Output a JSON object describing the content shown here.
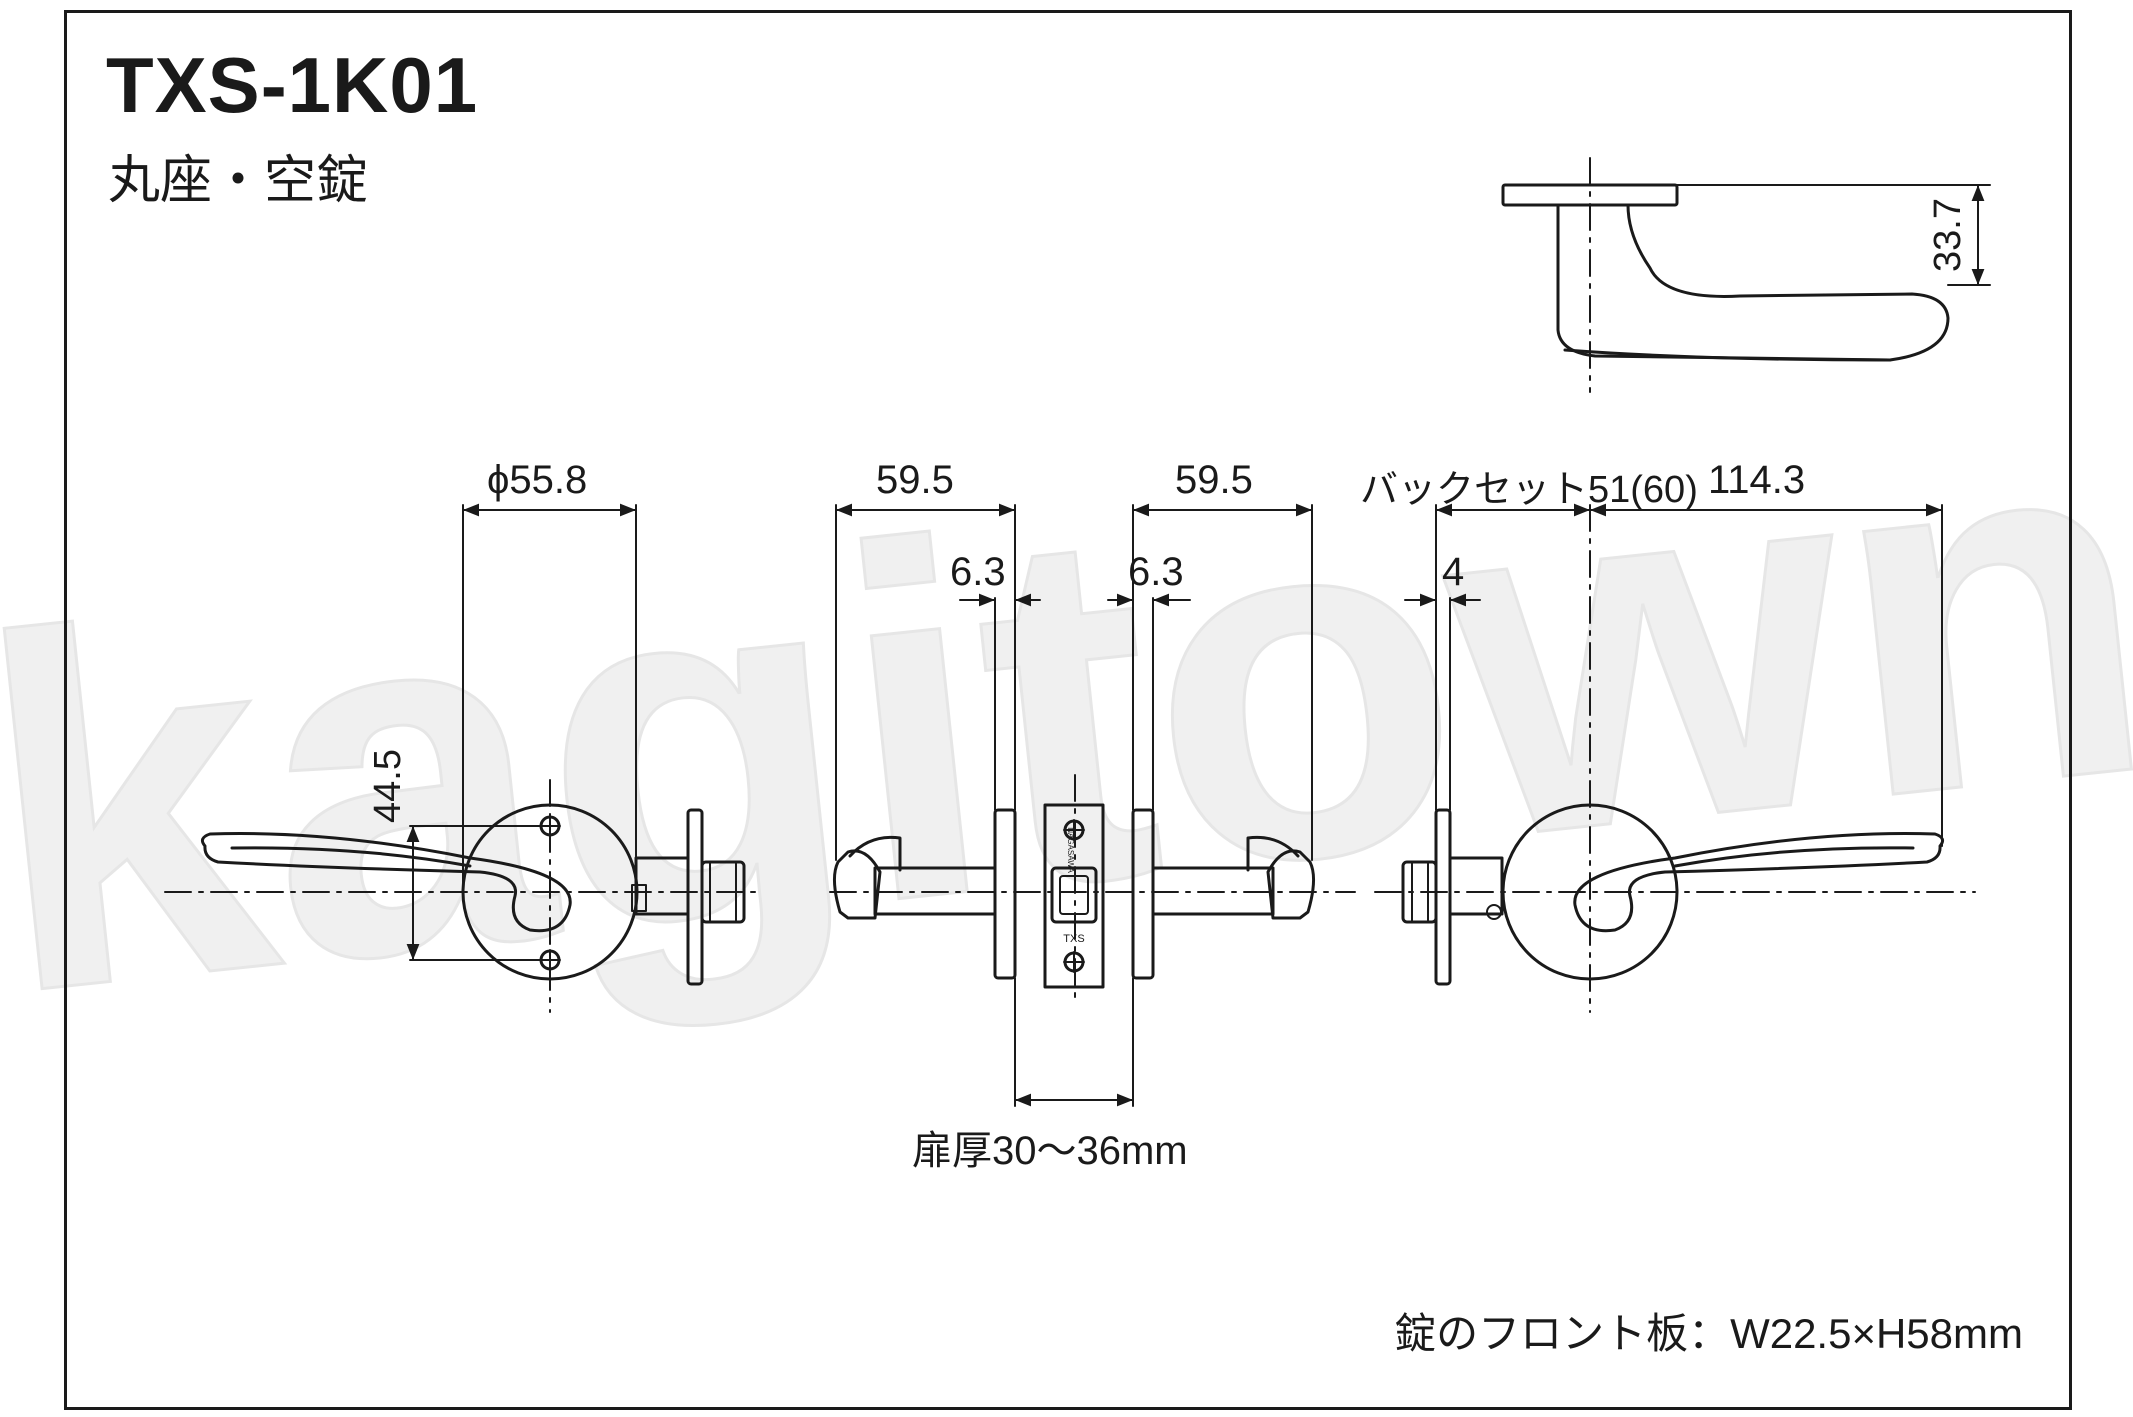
{
  "header": {
    "model": "TXS-1K01",
    "subtitle": "丸座・空錠"
  },
  "dimensions": {
    "rose_diameter": "ϕ55.8",
    "screw_pitch": "44.5",
    "lever_left": "59.5",
    "lever_right": "59.5",
    "rose_thick_left": "6.3",
    "rose_thick_right": "6.3",
    "backset": "バックセット51(60)",
    "lever_length": "114.3",
    "plate_thick": "4",
    "lever_height": "33.7",
    "door_thickness": "扉厚30〜36mm"
  },
  "latch_front_marks": {
    "brand": "NAGASAWA",
    "model": "TXS"
  },
  "watermark": "kagitown",
  "footnote": "錠のフロント板：W22.5×H58mm",
  "colors": {
    "line": "#1a1a1a",
    "frame": "#1a1a1a",
    "watermark": "#f2f2f2"
  }
}
